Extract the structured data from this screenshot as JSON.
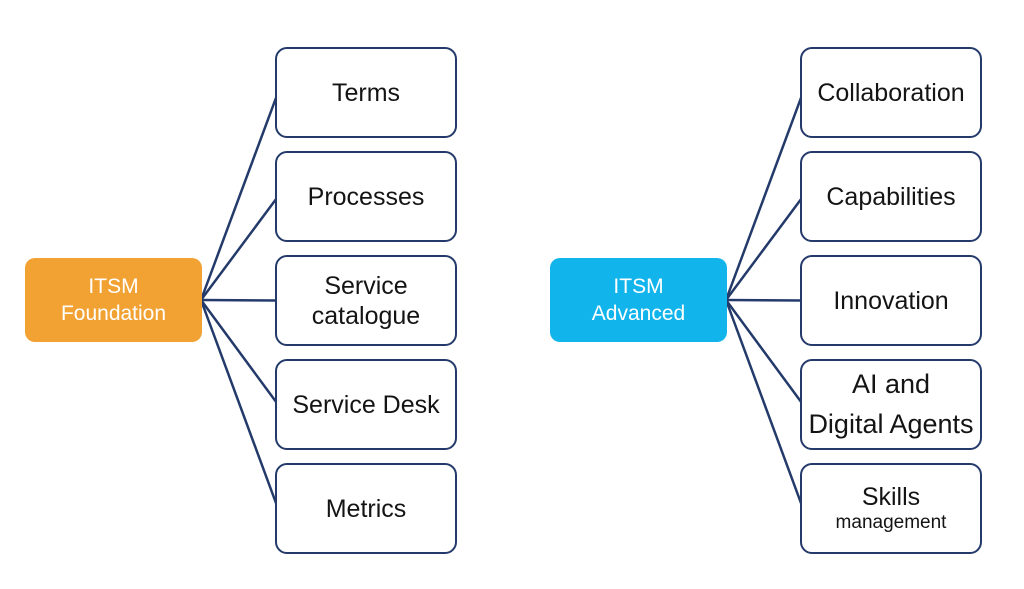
{
  "colors": {
    "foundation": "#f2a233",
    "advanced": "#12b4ec",
    "outline": "#233a6a",
    "text_dark": "#141414",
    "text_light": "#ffffff",
    "background": "#ffffff"
  },
  "trees": [
    {
      "root": {
        "label": "ITSM Foundation",
        "lines": [
          "ITSM",
          "Foundation"
        ],
        "fill": "#f2a233"
      },
      "children": [
        {
          "label": "Terms"
        },
        {
          "label": "Processes"
        },
        {
          "label": "Service catalogue",
          "lines": [
            "Service",
            "catalogue"
          ]
        },
        {
          "label": "Service Desk"
        },
        {
          "label": "Metrics"
        }
      ]
    },
    {
      "root": {
        "label": "ITSM Advanced",
        "lines": [
          "ITSM",
          "Advanced"
        ],
        "fill": "#12b4ec"
      },
      "children": [
        {
          "label": "Collaboration"
        },
        {
          "label": "Capabilities"
        },
        {
          "label": "Innovation"
        },
        {
          "label": "AI and Digital Agents",
          "lines": [
            "AI and",
            "Digital Agents"
          ]
        },
        {
          "label": "Skills management",
          "lines": [
            "Skills",
            "management"
          ]
        }
      ]
    }
  ]
}
